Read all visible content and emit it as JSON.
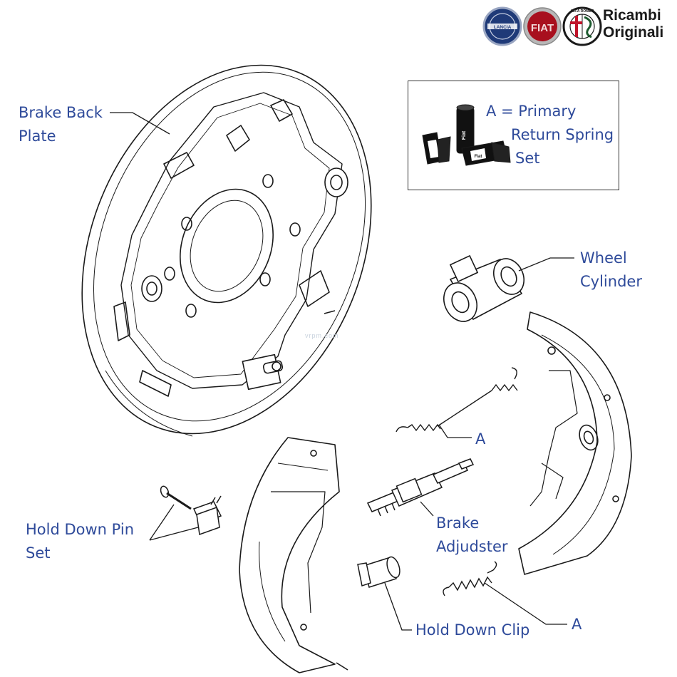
{
  "brand": {
    "logos": [
      {
        "name": "lancia-logo",
        "lettering": "LANCIA",
        "color": "#1f3a78"
      },
      {
        "name": "fiat-logo",
        "lettering": "FIAT",
        "color": "#a8101e"
      },
      {
        "name": "alfa-romeo-logo",
        "lettering": "ALFA ROMEO",
        "color": "#1c5a2e"
      }
    ],
    "title_line1": "Ricambi",
    "title_line2": "Originali"
  },
  "watermark": "vrpm.com",
  "inset": {
    "label_line1": "A = Primary",
    "label_line2": "Return Spring",
    "label_line3": "Set",
    "box_lettering": "Fiat"
  },
  "labels": {
    "brake_back_plate_line1": "Brake Back",
    "brake_back_plate_line2": "Plate",
    "wheel_cylinder_line1": "Wheel",
    "wheel_cylinder_line2": "Cylinder",
    "spring_upper": "A",
    "spring_lower": "A",
    "brake_adjuster_line1": "Brake",
    "brake_adjuster_line2": "Adjudster",
    "hold_down_pin_line1": "Hold Down Pin",
    "hold_down_pin_line2": "Set",
    "hold_down_clip": "Hold Down Clip"
  },
  "colors": {
    "label_text": "#2e4a9a",
    "line_art": "#1a1a1a"
  }
}
